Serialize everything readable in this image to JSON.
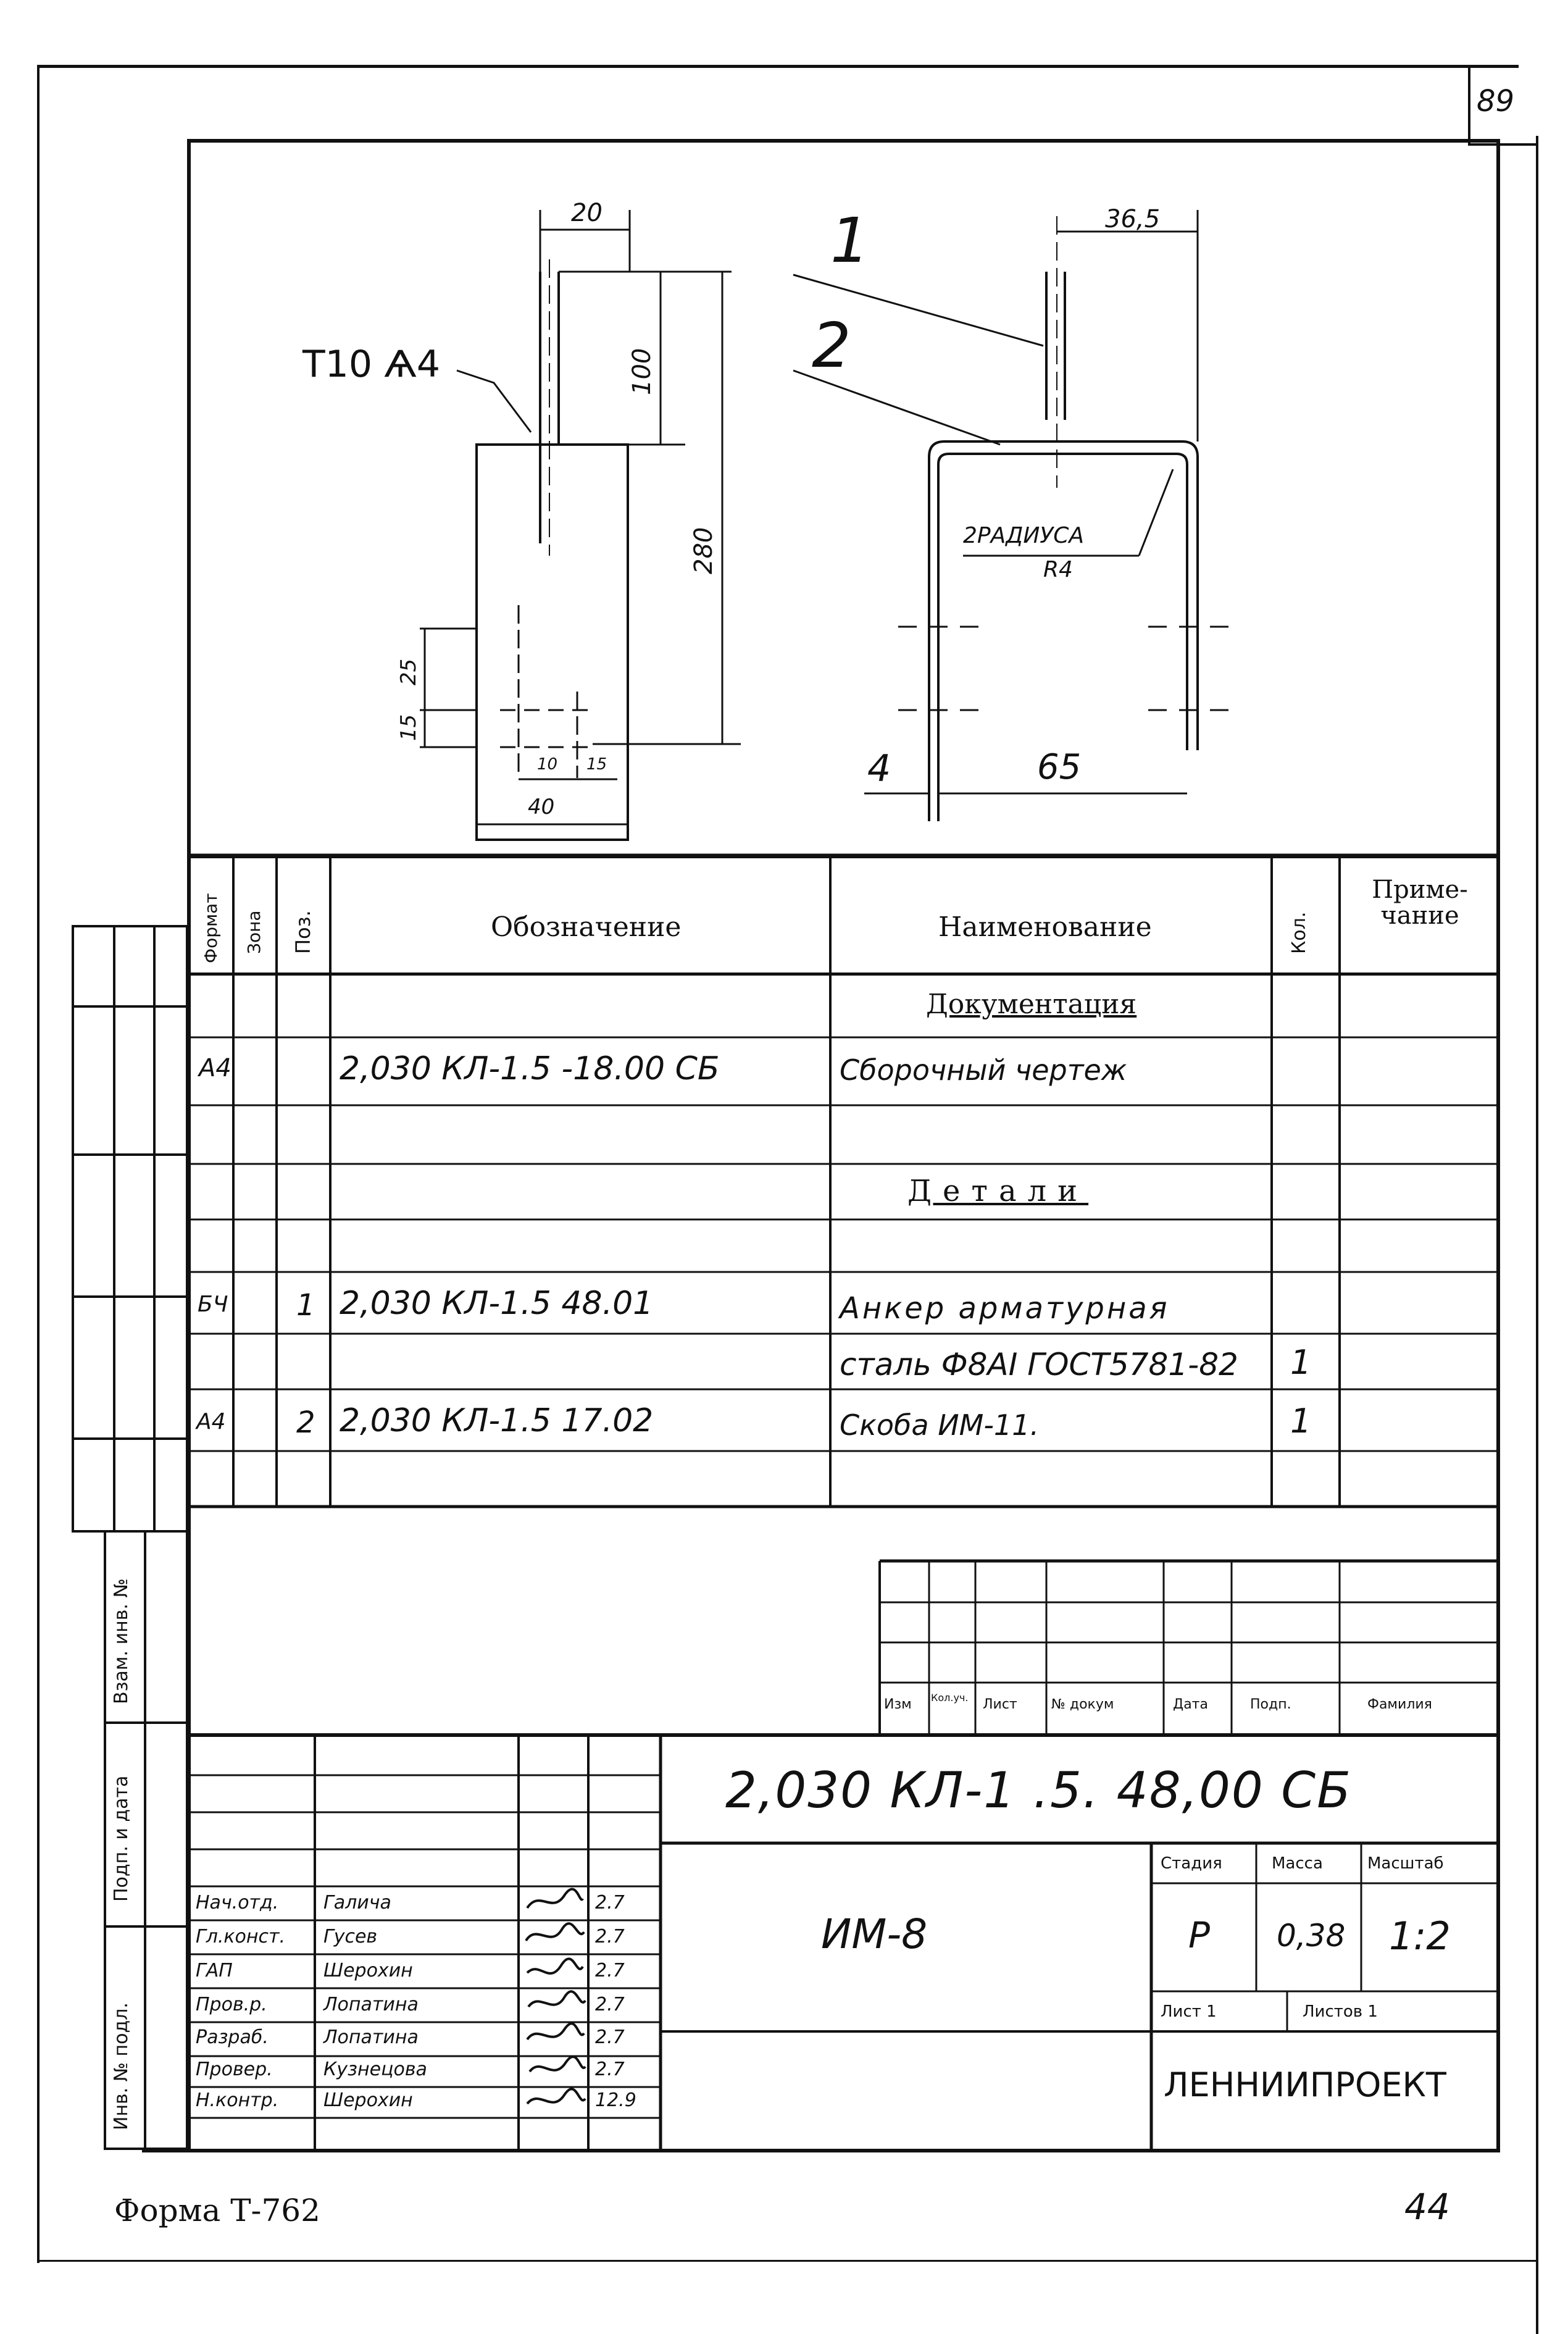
{
  "page_number": "89",
  "form_label": "Форма Т-762",
  "corner_mark": "44",
  "drawing": {
    "left_view": {
      "weld_label": "Т10 Ѧ4",
      "dim_top": "20",
      "dim_100": "100",
      "dim_280": "280",
      "dim_15": "15",
      "dim_25": "25",
      "dim_10": "10",
      "dim_15b": "15",
      "dim_40": "40"
    },
    "right_view": {
      "leader_1": "1",
      "leader_2": "2",
      "dim_36_5": "36,5",
      "radius_note_1": "2РАДИУСА",
      "radius_note_2": "R4",
      "dim_4": "4",
      "dim_65": "65"
    }
  },
  "spec_table": {
    "headers": {
      "format": "Формат",
      "zone": "Зона",
      "pos": "Поз.",
      "designation": "Обозначение",
      "name": "Наименование",
      "qty": "Кол.",
      "note": "Приме-чание"
    },
    "rows": [
      {
        "format": "",
        "pos": "",
        "designation": "",
        "name": "Документация",
        "qty": "",
        "section": true
      },
      {
        "format": "А4",
        "pos": "",
        "designation": "2,030 КЛ-1.5  -18.00 СБ",
        "name": "Сборочный чертеж",
        "qty": ""
      },
      {
        "format": "",
        "pos": "",
        "designation": "",
        "name": "",
        "qty": ""
      },
      {
        "format": "",
        "pos": "",
        "designation": "",
        "name": "Детали",
        "qty": "",
        "section": true
      },
      {
        "format": "",
        "pos": "",
        "designation": "",
        "name": "",
        "qty": ""
      },
      {
        "format": "БЧ",
        "pos": "1",
        "designation": "2,030 КЛ-1.5  48.01",
        "name": "Анкер арматурная",
        "qty": ""
      },
      {
        "format": "",
        "pos": "",
        "designation": "",
        "name": "сталь Ф8АI ГОСТ5781-82",
        "qty": "1"
      },
      {
        "format": "А4",
        "pos": "2",
        "designation": "2,030 КЛ-1.5  17.02",
        "name": "Скоба ИМ-11.",
        "qty": "1"
      },
      {
        "format": "",
        "pos": "",
        "designation": "",
        "name": "",
        "qty": ""
      }
    ]
  },
  "title_block": {
    "change_headers": [
      "Изм",
      "Кол.уч.",
      "Лист",
      "№ докум",
      "Дата",
      "Подп.",
      "Фамилия"
    ],
    "document_code": "2,030  КЛ-1 .5.  48,00 СБ",
    "item_name": "ИМ-8",
    "stage_label": "Стадия",
    "mass_label": "Масса",
    "scale_label": "Масштаб",
    "stage": "Р",
    "mass": "0,38",
    "scale": "1:2",
    "sheet_label": "Лист 1",
    "sheets_label": "Листов 1",
    "org": "ЛЕННИИПРОЕКТ",
    "signers": [
      {
        "role": "Нач.отд.",
        "name": "Галича",
        "date": "2.7"
      },
      {
        "role": "Гл.конст.",
        "name": "Гусев",
        "date": "2.7"
      },
      {
        "role": "ГАП",
        "name": "Шерохин",
        "date": "2.7"
      },
      {
        "role": "Пров.р.",
        "name": "Лопатина",
        "date": "2.7"
      },
      {
        "role": "Разраб.",
        "name": "Лопатина",
        "date": "2.7"
      },
      {
        "role": "Провер.",
        "name": "Кузнецова",
        "date": "2.7"
      },
      {
        "role": "Н.контр.",
        "name": "Шерохин",
        "date": "12.9"
      }
    ]
  },
  "side_strip": {
    "labels": [
      "Взам. инв. №",
      "Подп. и дата",
      "Инв. № подл."
    ]
  }
}
